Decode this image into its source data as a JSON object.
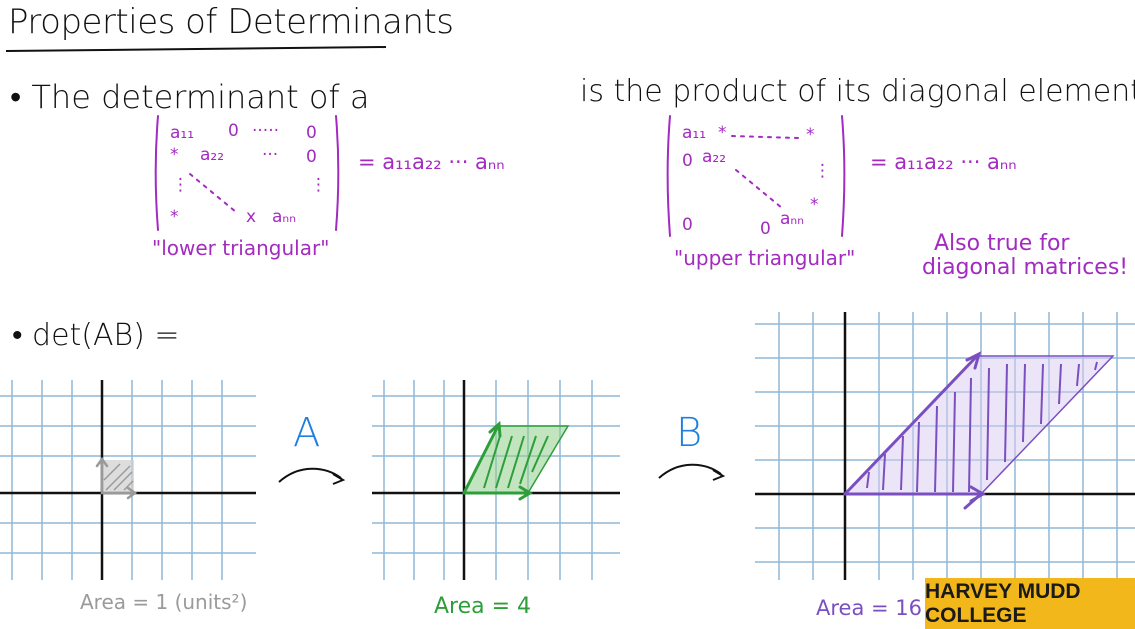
{
  "title": "Properties of Determinants",
  "bullet1": {
    "left_text": "• The determinant of a",
    "right_text": "is the product of its diagonal elements."
  },
  "lower_matrix": {
    "entries": [
      "a₁₁",
      "0",
      "·····",
      "0",
      "*",
      "a₂₂",
      "···",
      "0",
      "⋮",
      "⋮",
      "*",
      "x",
      "aₙₙ"
    ],
    "equals": "= a₁₁a₂₂ ··· aₙₙ",
    "label": "\"lower triangular\""
  },
  "upper_matrix": {
    "entries": [
      "a₁₁",
      "*",
      "*",
      "0",
      "a₂₂",
      "⋮",
      "*",
      "0",
      "0",
      "aₙₙ"
    ],
    "equals": "= a₁₁a₂₂ ··· aₙₙ",
    "label": "\"upper triangular\""
  },
  "note": {
    "line1": "Also true for",
    "line2": "diagonal matrices!"
  },
  "bullet2": "• det(AB) =",
  "transform_labels": {
    "a": "A",
    "b": "B"
  },
  "areas": {
    "unit": "Area = 1 (units²)",
    "after_a": "Area = 4",
    "after_b": "Area = 16"
  },
  "colors": {
    "matrix_ink": "#a32bc0",
    "grid_line": "#8fb8d8",
    "axis": "#111111",
    "unit_square": "#9a9a9a",
    "green_shape": "#2e9e3a",
    "purple_shape": "#7a4fc0",
    "arrow_label": "#1e7fe0",
    "logo_bg": "#f2b71b"
  },
  "logo": {
    "text": "HARVEY MUDD COLLEGE"
  }
}
